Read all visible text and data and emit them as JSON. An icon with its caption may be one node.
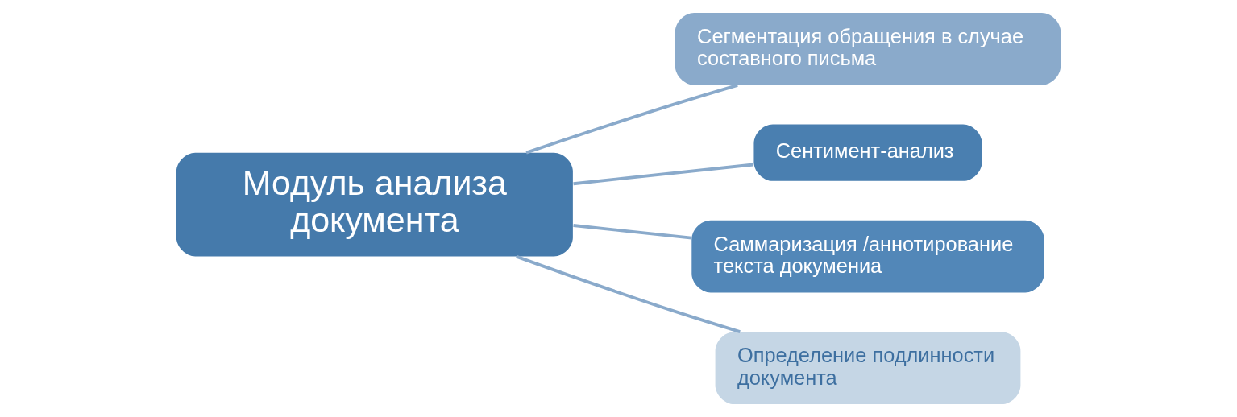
{
  "diagram": {
    "nodes": [
      {
        "text": [
          "Модуль анализа документа"
        ]
      },
      {
        "text": [
          "Сегментация обращения в случае составного письма"
        ]
      },
      {
        "text": [
          "Сентимент-анализ"
        ]
      },
      {
        "text": [
          "Саммаризация /аннотирование текста докумениа"
        ]
      },
      {
        "text": [
          "Определение подлинности документа"
        ]
      }
    ],
    "edges": [
      {
        "from": 0,
        "to": 1,
        "arrow": "none"
      },
      {
        "from": 0,
        "to": 2,
        "arrow": "none"
      },
      {
        "from": 0,
        "to": 3,
        "arrow": "none"
      },
      {
        "from": 0,
        "to": 4,
        "arrow": "none"
      }
    ]
  }
}
